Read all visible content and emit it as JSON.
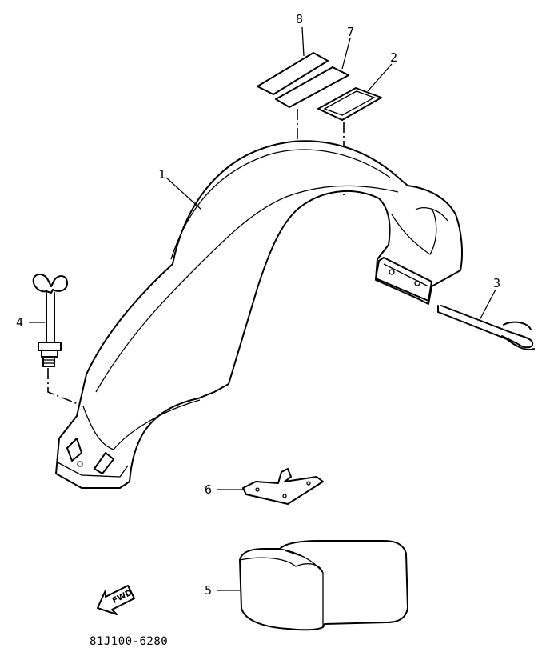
{
  "callouts": [
    {
      "id": "part-1",
      "label": "1"
    },
    {
      "id": "part-2",
      "label": "2"
    },
    {
      "id": "part-3",
      "label": "3"
    },
    {
      "id": "part-4",
      "label": "4"
    },
    {
      "id": "part-5",
      "label": "5"
    },
    {
      "id": "part-6",
      "label": "6"
    },
    {
      "id": "part-7",
      "label": "7"
    },
    {
      "id": "part-8",
      "label": "8"
    }
  ],
  "fwd_arrow": {
    "text": "FWD"
  },
  "diagram_code": "81J100-6280"
}
